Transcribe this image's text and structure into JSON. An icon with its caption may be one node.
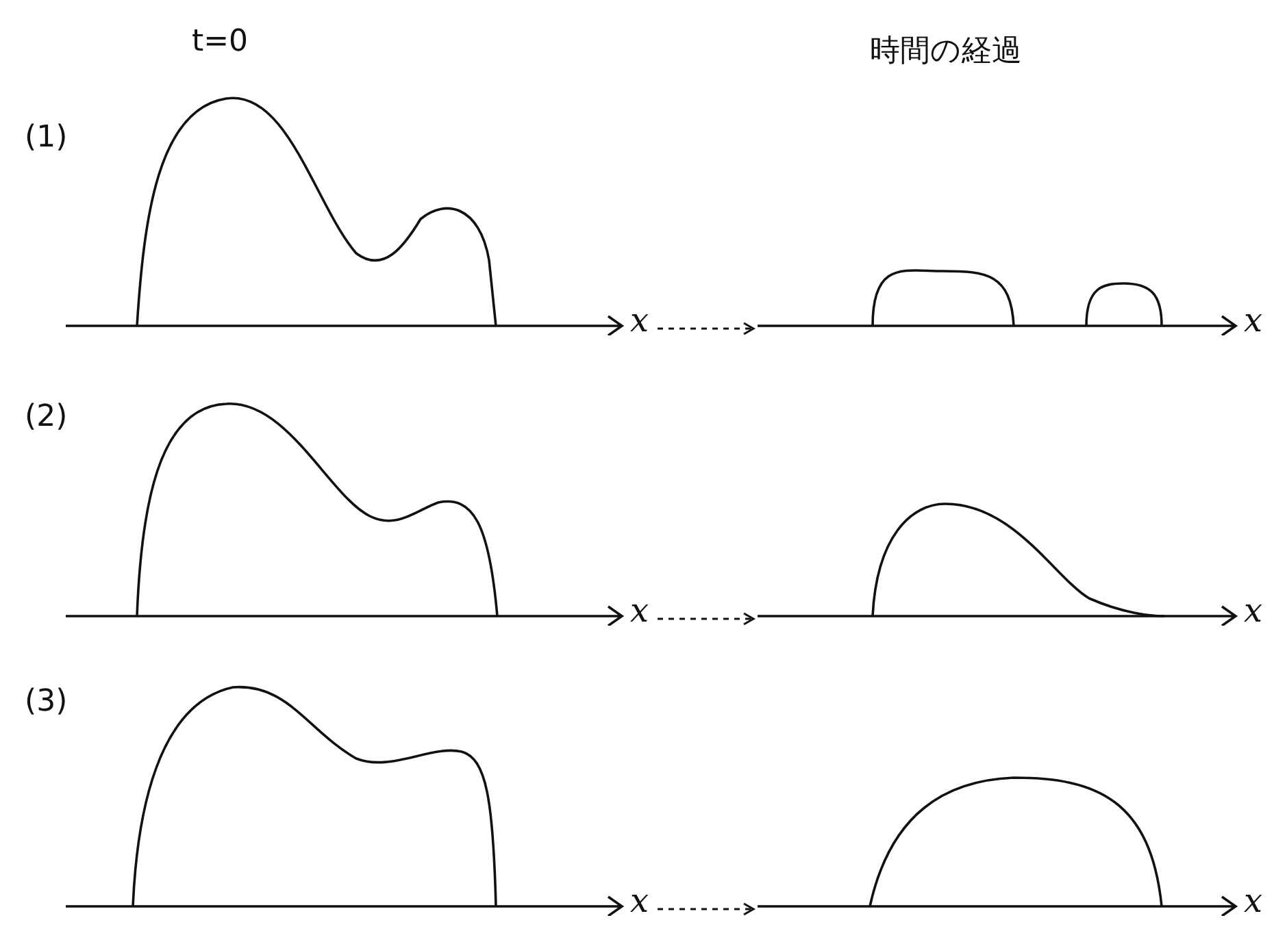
{
  "diagram": {
    "nodes": [
      {
        "text": [],
        "shape": "picture"
      },
      {
        "text": [],
        "shape": "picture"
      },
      {
        "text": [],
        "shape": "picture"
      },
      {
        "text": [],
        "shape": "picture"
      },
      {
        "text": [],
        "shape": "picture"
      },
      {
        "text": [],
        "shape": "picture"
      }
    ],
    "edges": [
      {
        "from": 0,
        "to": 1,
        "arrow": "to",
        "style": "dashed"
      },
      {
        "from": 2,
        "to": 3,
        "arrow": "to",
        "style": "dashed"
      },
      {
        "from": 4,
        "to": 5,
        "arrow": "to",
        "style": "dashed"
      }
    ],
    "labels": [
      "t=0",
      "時間の経過",
      "(1)",
      "x",
      "x",
      "(2)",
      "x",
      "x",
      "(3)",
      "x",
      "x"
    ]
  }
}
